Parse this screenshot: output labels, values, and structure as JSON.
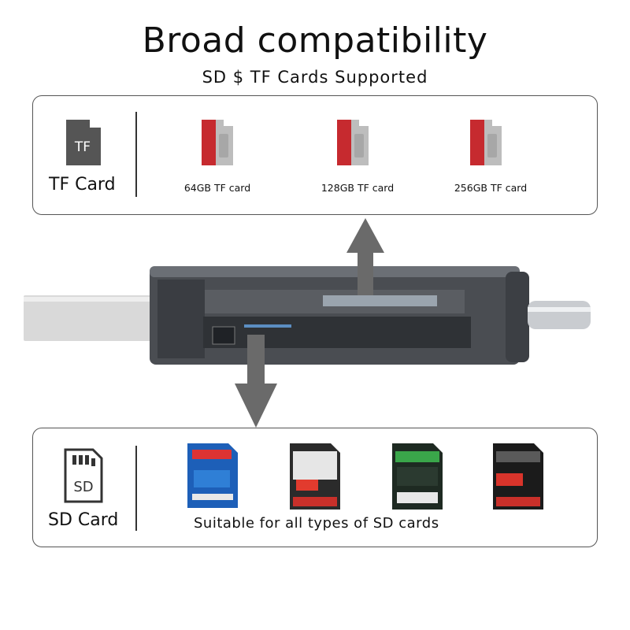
{
  "header": {
    "title": "Broad compatibility",
    "subtitle": "SD $ TF Cards Supported"
  },
  "tf_panel": {
    "icon_text": "TF",
    "label": "TF Card",
    "cards": [
      {
        "caption": "64GB TF card"
      },
      {
        "caption": "128GB TF card"
      },
      {
        "caption": "256GB TF card"
      }
    ]
  },
  "sd_panel": {
    "icon_text": "SD",
    "label": "SD Card",
    "caption": "Suitable for all types of SD cards"
  },
  "colors": {
    "tf_card_red": "#c62a2f",
    "tf_card_gray": "#bdbdbd",
    "arrow": "#6a6a6a",
    "panel_border": "#555555"
  }
}
